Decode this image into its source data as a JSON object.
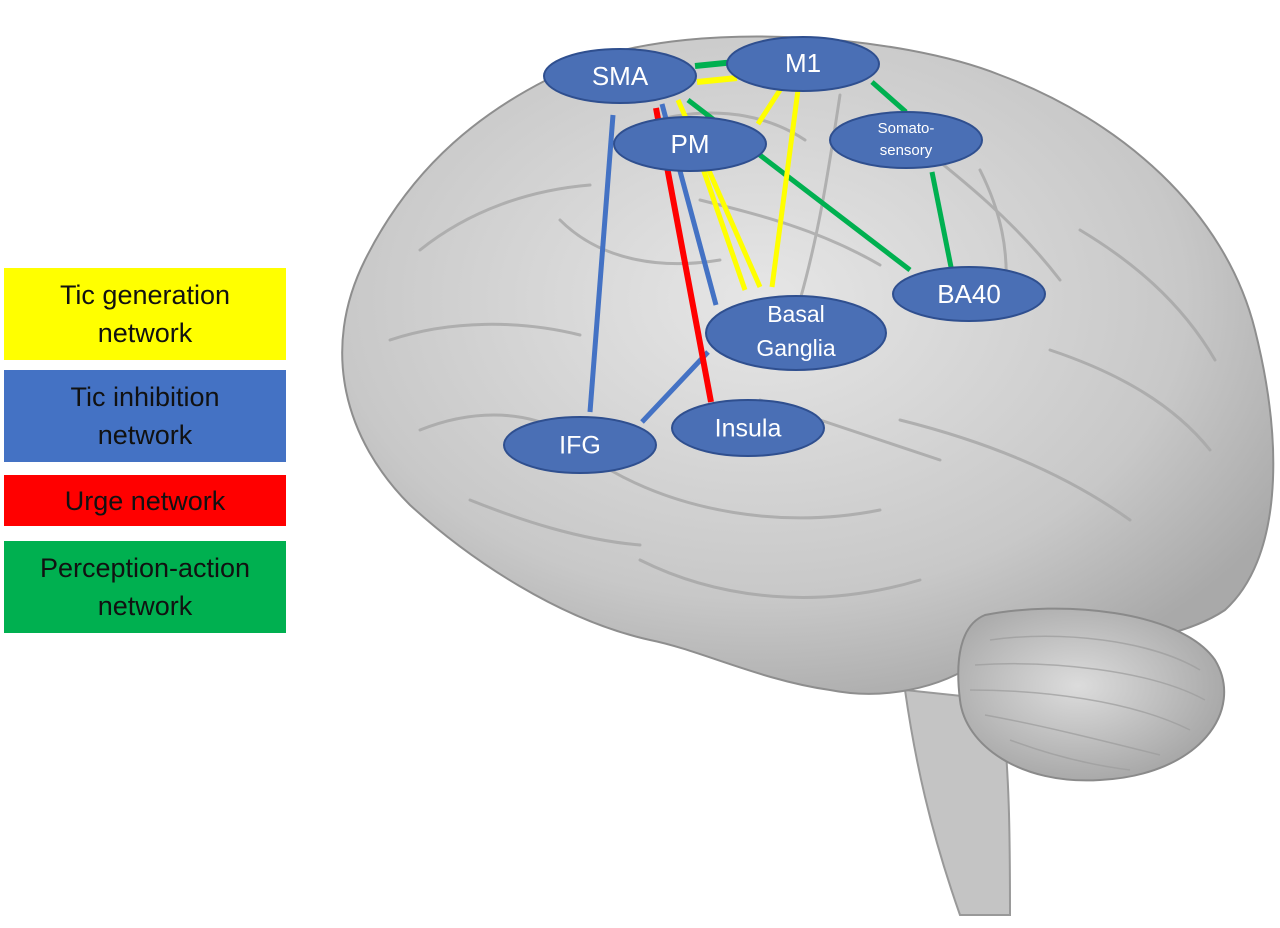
{
  "colors": {
    "generation": "#ffff00",
    "inhibition": "#4472c4",
    "urge": "#ff0000",
    "perception": "#00b050",
    "node_fill": "#4a6fb5",
    "node_stroke": "#2f4f8f"
  },
  "legend": {
    "generation": "Tic generation\nnetwork",
    "inhibition": "Tic inhibition\nnetwork",
    "urge": "Urge network",
    "perception": "Perception-action\nnetwork"
  },
  "nodes": {
    "sma": "SMA",
    "m1": "M1",
    "pm": "PM",
    "somato_1": "Somato-",
    "somato_2": "sensory",
    "ba40": "BA40",
    "basal_1": "Basal",
    "basal_2": "Ganglia",
    "insula": "Insula",
    "ifg": "IFG"
  },
  "connections": [
    {
      "from": "SMA",
      "to": "M1",
      "network": "perception"
    },
    {
      "from": "SMA",
      "to": "M1",
      "network": "generation"
    },
    {
      "from": "M1",
      "to": "Somato-sensory",
      "network": "perception"
    },
    {
      "from": "Somato-sensory",
      "to": "BA40",
      "network": "perception"
    },
    {
      "from": "SMA",
      "to": "BA40",
      "network": "perception"
    },
    {
      "from": "M1",
      "to": "Basal Ganglia",
      "network": "generation"
    },
    {
      "from": "SMA",
      "to": "Basal Ganglia",
      "network": "generation"
    },
    {
      "from": "PM",
      "to": "Basal Ganglia",
      "network": "generation"
    },
    {
      "from": "SMA",
      "to": "Basal Ganglia",
      "network": "inhibition"
    },
    {
      "from": "SMA",
      "to": "IFG",
      "network": "inhibition"
    },
    {
      "from": "Basal Ganglia",
      "to": "IFG",
      "network": "inhibition"
    },
    {
      "from": "SMA",
      "to": "Insula",
      "network": "urge"
    }
  ]
}
